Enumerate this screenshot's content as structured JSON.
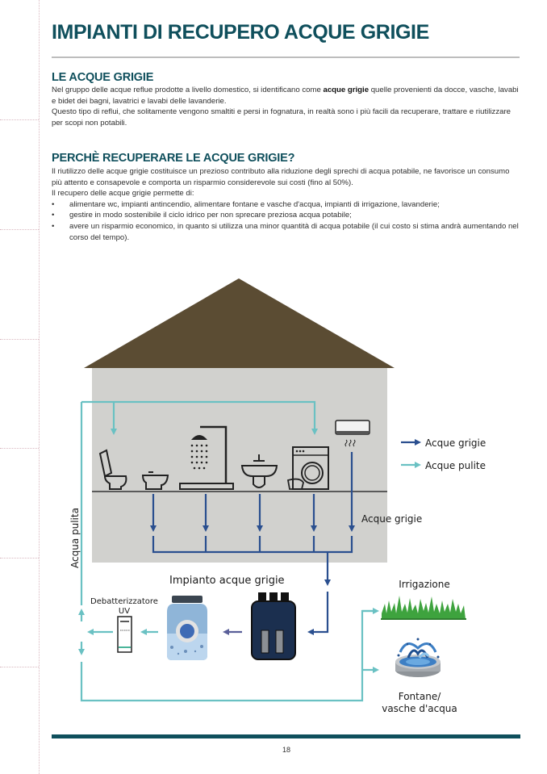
{
  "page": {
    "title": "IMPIANTI DI RECUPERO ACQUE GRIGIE",
    "page_number": "18"
  },
  "section1": {
    "heading": "LE ACQUE GRIGIE",
    "para1_before": "Nel gruppo delle acque reflue prodotte a livello domestico, si identificano come ",
    "para1_bold": "acque grigie",
    "para1_after": " quelle provenienti da docce, vasche, lavabi e bidet dei bagni, lavatrici e lavabi delle lavanderie.",
    "para2": "Questo tipo di reflui, che solitamente vengono smaltiti e persi in fognatura, in realtà sono i più facili da recuperare, trattare e riutilizzare per scopi non potabili."
  },
  "section2": {
    "heading": "PERCHÈ RECUPERARE LE ACQUE GRIGIE?",
    "para1": "Il riutilizzo delle acque grigie costituisce un prezioso contributo alla riduzione degli sprechi di acqua potabile, ne favorisce un consumo più attento e consapevole e comporta un risparmio considerevole sui costi (fino al 50%).",
    "para2": "Il recupero delle acque grigie permette di:",
    "bullets": [
      "alimentare wc, impianti antincendio, alimentare fontane e vasche d'acqua, impianti di irrigazione, lavanderie;",
      "gestire in modo sostenibile il ciclo idrico per non sprecare preziosa acqua potabile;",
      "avere un risparmio economico, in quanto si utilizza una minor quantità di acqua potabile (il cui costo si stima andrà aumentando nel corso del tempo)."
    ]
  },
  "diagram": {
    "legend": {
      "grey_water": "Acque grigie",
      "clean_water": "Acque pulite"
    },
    "labels": {
      "grey_water_pipe": "Acque grigie",
      "clean_water_pipe": "Acqua pulita",
      "plant": "Impianto acque grigie",
      "uv_line1": "Debatterizzatore",
      "uv_line2": "UV",
      "irrigation": "Irrigazione",
      "fountain_line1": "Fontane/",
      "fountain_line2": "vasche d'acqua"
    },
    "colors": {
      "roof": "#5b4c33",
      "house": "#d1d1ce",
      "grey_water": "#2a4f8f",
      "clean_water": "#6ac1c3",
      "title": "#0f4f5c"
    }
  }
}
